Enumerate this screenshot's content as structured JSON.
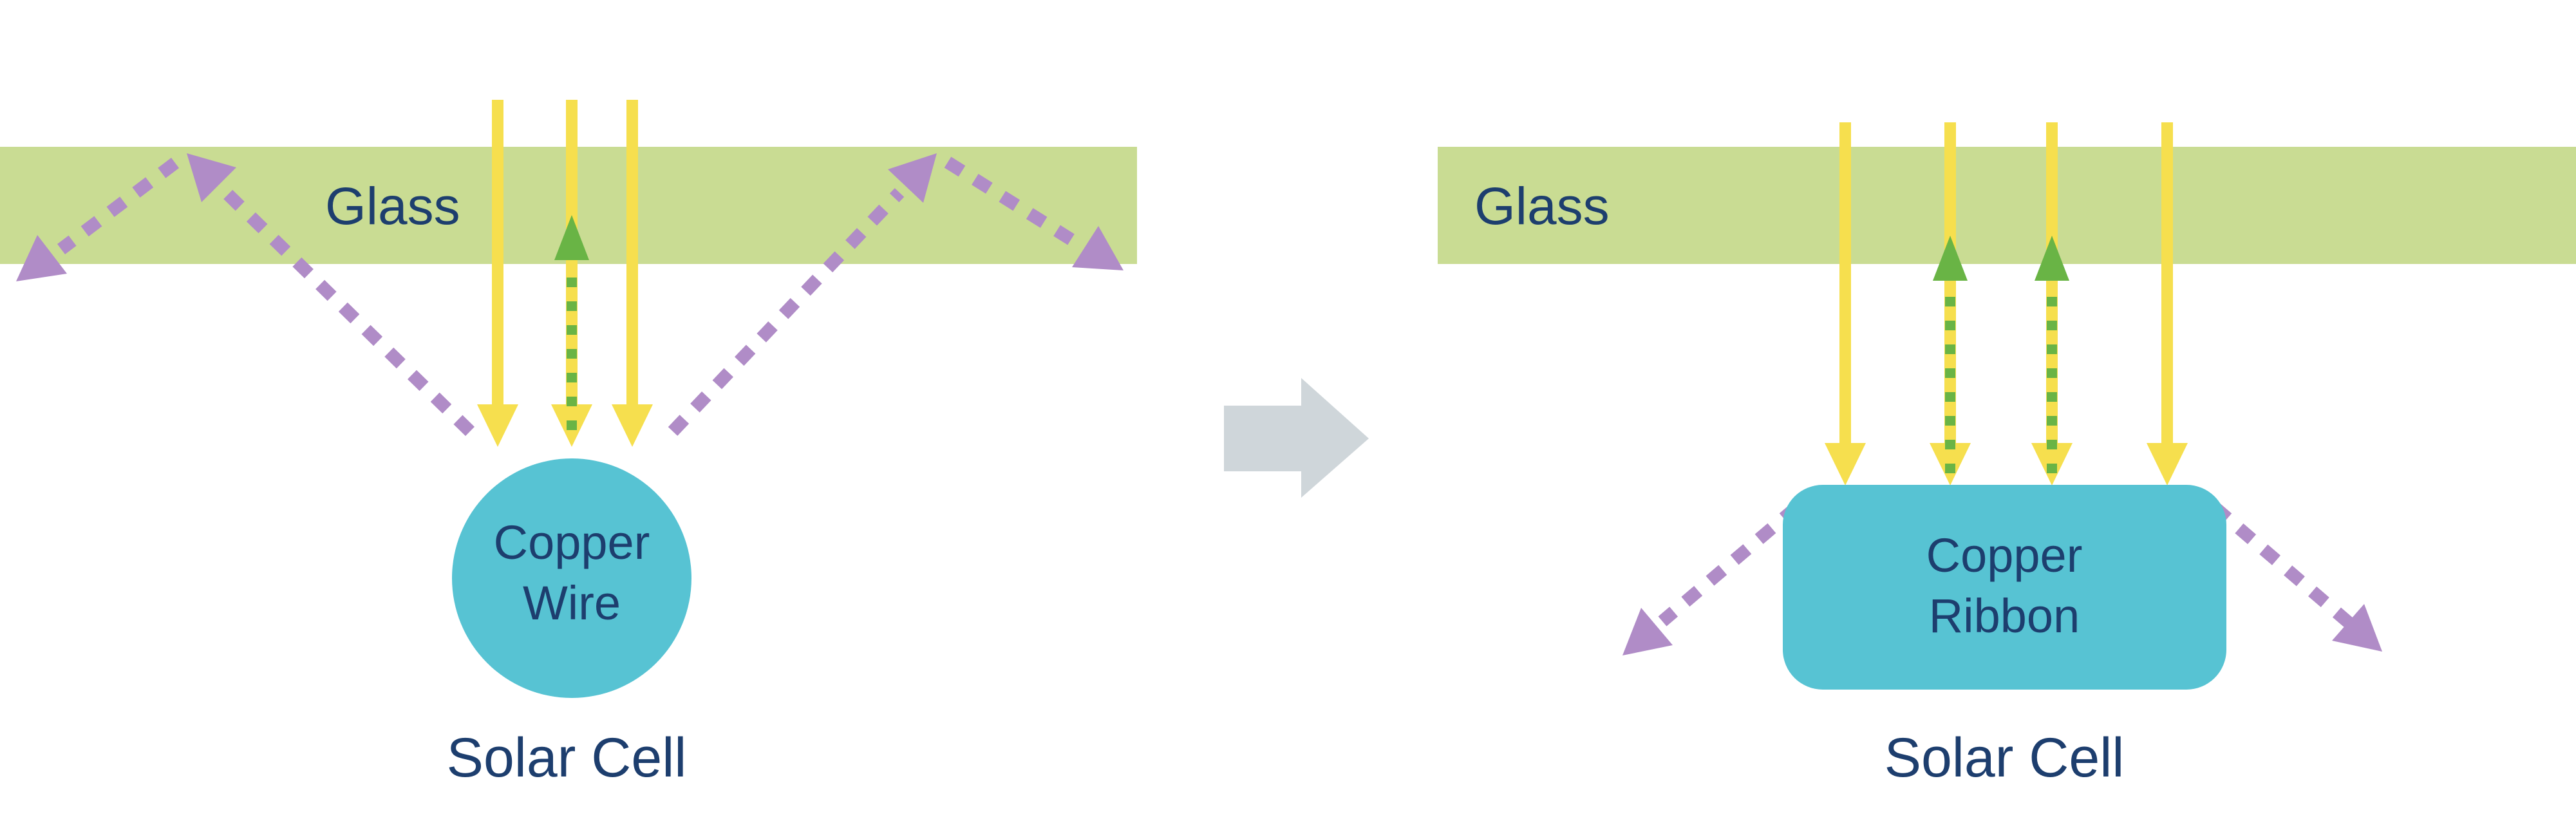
{
  "left": {
    "glass_label": "Glass",
    "component_line1": "Copper",
    "component_line2": "Wire",
    "cell_label": "Solar Cell"
  },
  "right": {
    "glass_label": "Glass",
    "component_line1": "Copper",
    "component_line2": "Ribbon",
    "cell_label": "Solar Cell"
  },
  "colors": {
    "glass-green": "#c9dc93",
    "sunlight-yellow": "#f6df4e",
    "transmitted-green": "#69b445",
    "reflected-purple": "#b08cc7",
    "copper-blue": "#57c3d3",
    "text-navy": "#1d3e6e",
    "arrow-gray": "#cfd6da",
    "background": "#ffffff"
  }
}
